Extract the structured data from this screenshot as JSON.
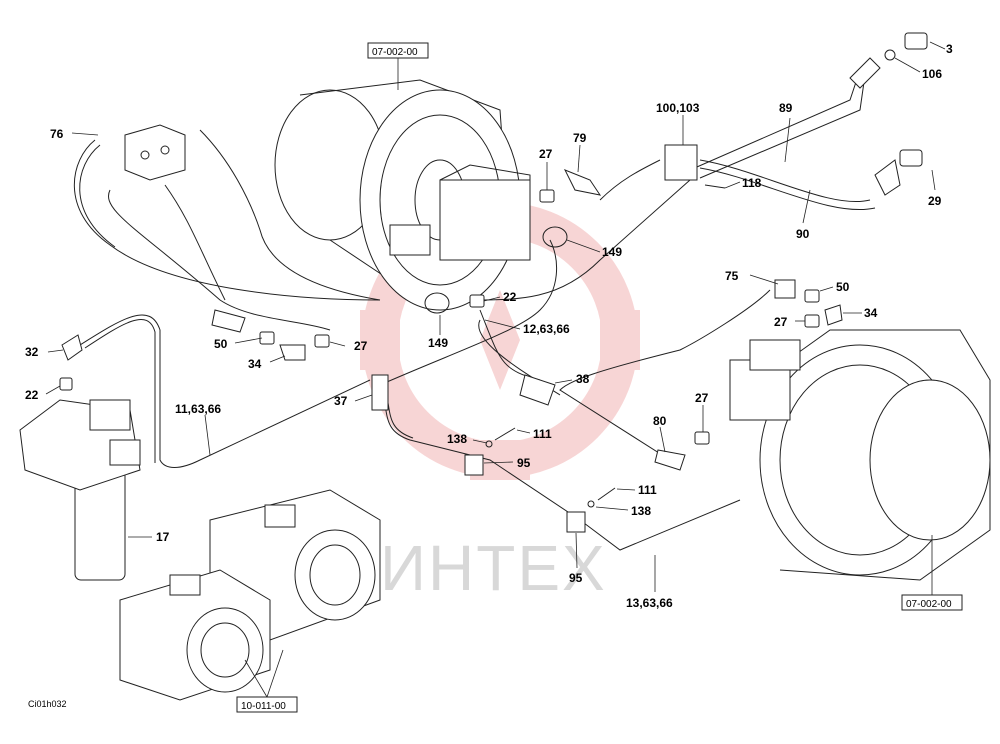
{
  "drawing_code": "Ci01h032",
  "watermark": {
    "text": "ИНТЕХ",
    "color": "#f2b4b4"
  },
  "reference_boxes": [
    {
      "id": "ref-top",
      "text": "07-002-00"
    },
    {
      "id": "ref-right",
      "text": "07-002-00"
    },
    {
      "id": "ref-bottom",
      "text": "10-011-00"
    }
  ],
  "labels": [
    {
      "id": "l3",
      "text": "3"
    },
    {
      "id": "l106",
      "text": "106"
    },
    {
      "id": "l89",
      "text": "89"
    },
    {
      "id": "l100",
      "text": "100,103"
    },
    {
      "id": "l76",
      "text": "76"
    },
    {
      "id": "l79",
      "text": "79"
    },
    {
      "id": "l27a",
      "text": "27"
    },
    {
      "id": "l118",
      "text": "118"
    },
    {
      "id": "l29",
      "text": "29"
    },
    {
      "id": "l90",
      "text": "90"
    },
    {
      "id": "l149a",
      "text": "149"
    },
    {
      "id": "l22a",
      "text": "22"
    },
    {
      "id": "l75",
      "text": "75"
    },
    {
      "id": "l50a",
      "text": "50"
    },
    {
      "id": "l34a",
      "text": "34"
    },
    {
      "id": "l27b",
      "text": "27"
    },
    {
      "id": "l12",
      "text": "12,63,66"
    },
    {
      "id": "l149b",
      "text": "149"
    },
    {
      "id": "l50b",
      "text": "50"
    },
    {
      "id": "l27c",
      "text": "27"
    },
    {
      "id": "l32",
      "text": "32"
    },
    {
      "id": "l34b",
      "text": "34"
    },
    {
      "id": "l38",
      "text": "38"
    },
    {
      "id": "l22b",
      "text": "22"
    },
    {
      "id": "l37",
      "text": "37"
    },
    {
      "id": "l11",
      "text": "11,63,66"
    },
    {
      "id": "l80",
      "text": "80"
    },
    {
      "id": "l27d",
      "text": "27"
    },
    {
      "id": "l138a",
      "text": "138"
    },
    {
      "id": "l111a",
      "text": "111"
    },
    {
      "id": "l95a",
      "text": "95"
    },
    {
      "id": "l111b",
      "text": "111"
    },
    {
      "id": "l138b",
      "text": "138"
    },
    {
      "id": "l17",
      "text": "17"
    },
    {
      "id": "l95b",
      "text": "95"
    },
    {
      "id": "l13",
      "text": "13,63,66"
    }
  ]
}
